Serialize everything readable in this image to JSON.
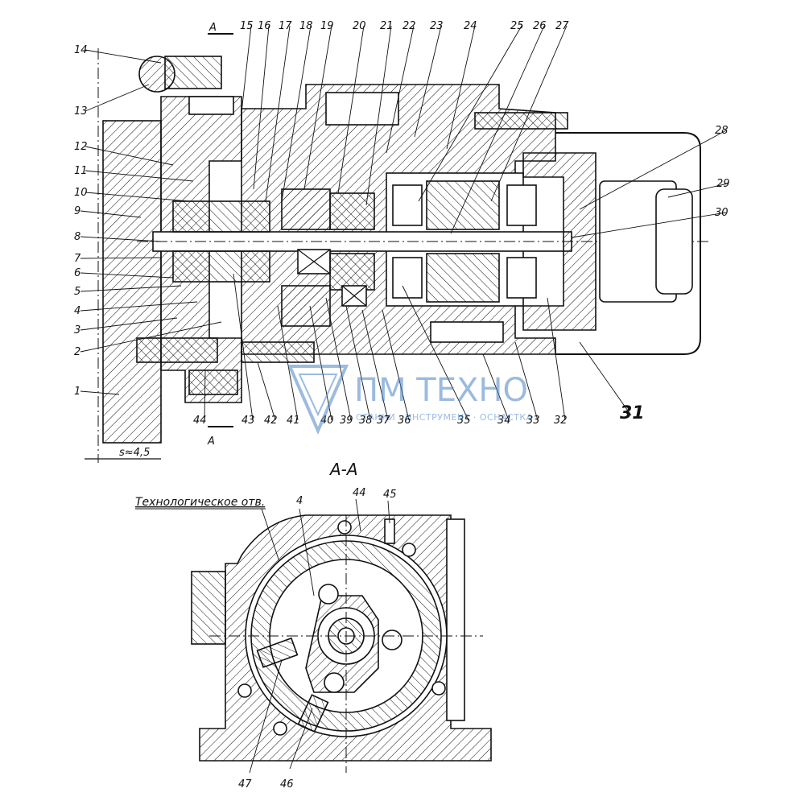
{
  "drawing": {
    "section_title": "А-А",
    "section_marker": "А",
    "gap_dimension": "s≈4,5",
    "caption_hole": "Технологическое отв.",
    "callout_numbers": [
      "1",
      "2",
      "3",
      "4",
      "5",
      "6",
      "7",
      "8",
      "9",
      "10",
      "11",
      "12",
      "13",
      "14",
      "15",
      "16",
      "17",
      "18",
      "19",
      "20",
      "21",
      "22",
      "23",
      "24",
      "25",
      "26",
      "27",
      "28",
      "29",
      "30",
      "31",
      "32",
      "33",
      "34",
      "35",
      "36",
      "37",
      "38",
      "39",
      "40",
      "41",
      "42",
      "43",
      "44"
    ],
    "section_callouts": [
      "4",
      "44",
      "45",
      "46",
      "47"
    ]
  },
  "watermark": {
    "brand": "ПМ ТЕХНО",
    "tagline": "СТАНКИ · ИНСТРУМЕНТ · ОСНАСТКА"
  },
  "colors": {
    "ink": "#111111",
    "watermark": "#4a83c4"
  }
}
